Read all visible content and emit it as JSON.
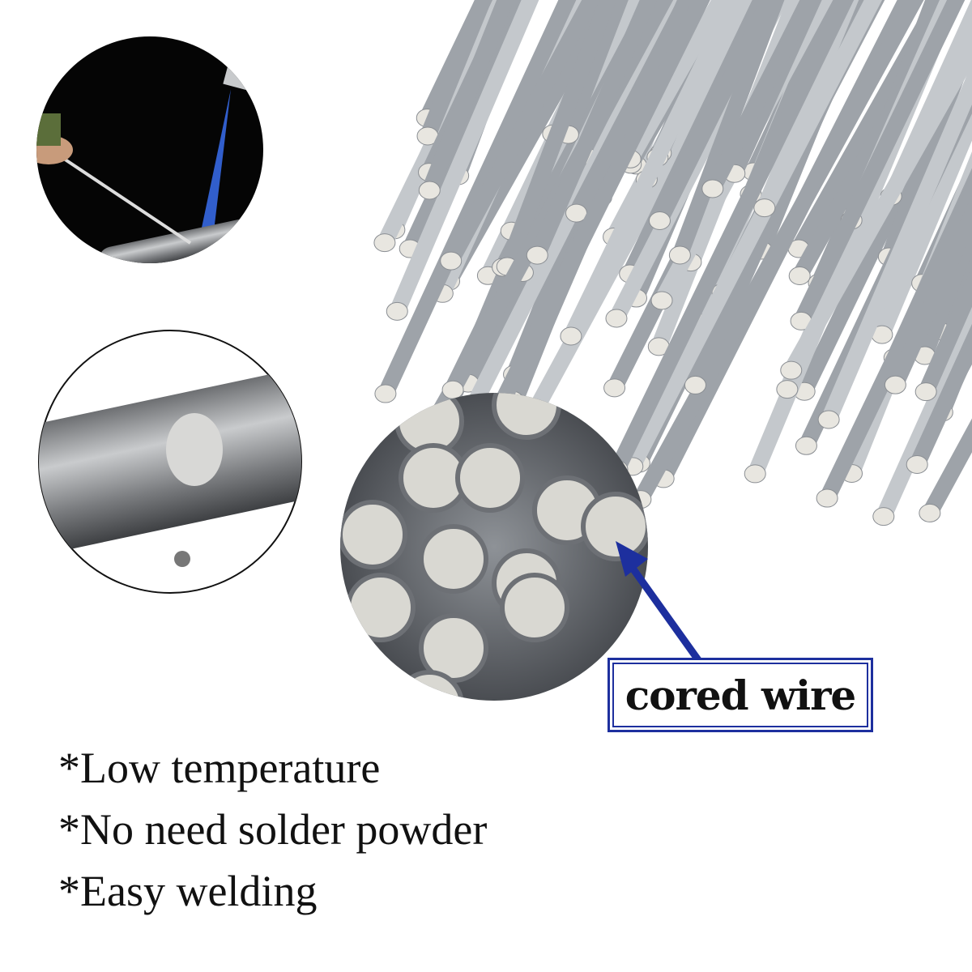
{
  "callout": {
    "label": "cored wire",
    "color": "#1d2f9e"
  },
  "features": [
    "*Low temperature",
    "*No need solder powder",
    "*Easy welding"
  ],
  "colors": {
    "rod": "#a9adb3",
    "rod_end": "#e8e6e0",
    "background": "#ffffff"
  }
}
